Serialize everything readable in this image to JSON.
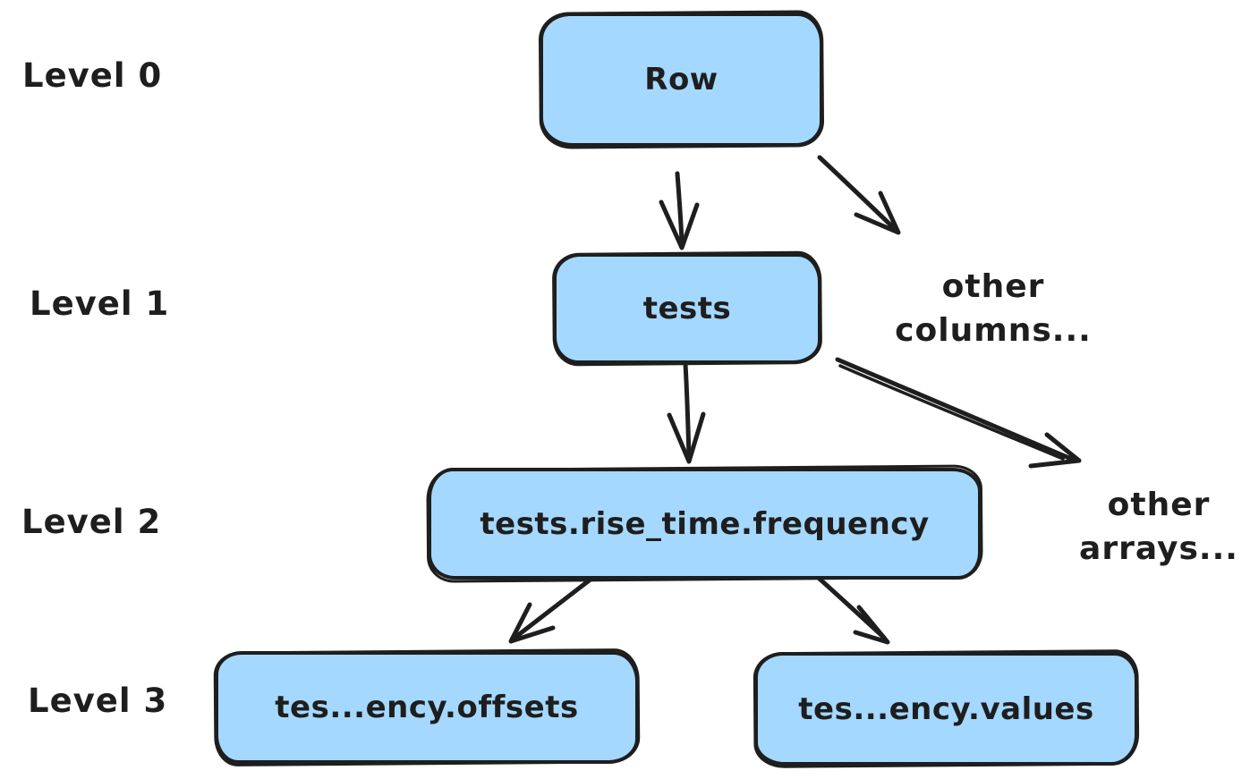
{
  "colors": {
    "node_fill": "#a5d8ff",
    "stroke": "#1e1e1e",
    "background": "#ffffff"
  },
  "level_labels": [
    {
      "label": "Level 0"
    },
    {
      "label": "Level 1"
    },
    {
      "label": "Level 2"
    },
    {
      "label": "Level 3"
    }
  ],
  "nodes": [
    {
      "id": "row",
      "level": 0,
      "label": "Row"
    },
    {
      "id": "tests",
      "level": 1,
      "label": "tests"
    },
    {
      "id": "frequency",
      "level": 2,
      "label": "tests.rise_time.frequency"
    },
    {
      "id": "offsets",
      "level": 3,
      "label": "tes...ency.offsets"
    },
    {
      "id": "values",
      "level": 3,
      "label": "tes...ency.values"
    }
  ],
  "annotations": [
    {
      "id": "other-columns",
      "lines": [
        "other",
        "columns..."
      ]
    },
    {
      "id": "other-arrays",
      "lines": [
        "other",
        "arrays..."
      ]
    }
  ],
  "edges": [
    {
      "from": "row",
      "to": "tests"
    },
    {
      "from": "row",
      "to": "other-columns"
    },
    {
      "from": "tests",
      "to": "frequency"
    },
    {
      "from": "tests",
      "to": "other-arrays"
    },
    {
      "from": "frequency",
      "to": "offsets"
    },
    {
      "from": "frequency",
      "to": "values"
    }
  ]
}
